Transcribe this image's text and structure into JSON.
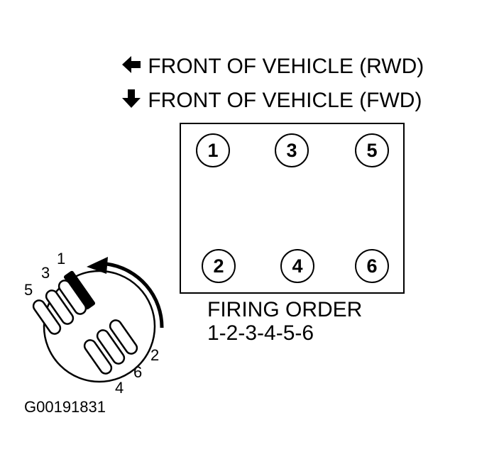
{
  "legend": {
    "rwd_text": "FRONT OF VEHICLE (RWD)",
    "fwd_text": "FRONT OF VEHICLE (FWD)",
    "rwd_icon": "arrow-left-icon",
    "fwd_icon": "arrow-down-icon"
  },
  "block": {
    "top_row": [
      "1",
      "3",
      "5"
    ],
    "bottom_row": [
      "2",
      "4",
      "6"
    ]
  },
  "firing": {
    "title": "FIRING ORDER",
    "sequence": "1-2-3-4-5-6"
  },
  "distributor": {
    "terminal_labels": [
      "1",
      "3",
      "5",
      "2",
      "6",
      "4"
    ],
    "rotation_icon": "counterclockwise-arrow-icon"
  },
  "figure_id": "G00191831"
}
